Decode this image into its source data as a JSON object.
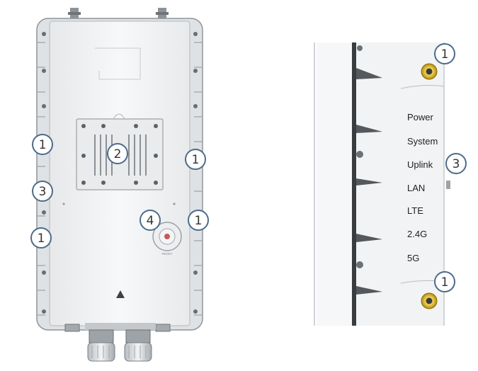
{
  "callouts": {
    "left_upper_1": "1",
    "left_mid_3": "3",
    "left_lower_1": "1",
    "heatsink_2": "2",
    "right_upper_1": "1",
    "reset_4": "4",
    "right_lower_1": "1",
    "detail_top_1": "1",
    "detail_mid_3": "3",
    "detail_bottom_1": "1"
  },
  "led_labels": [
    "Power",
    "System",
    "Uplink",
    "LAN",
    "LTE",
    "2.4G",
    "5G"
  ],
  "reset_label": "RESET",
  "colors": {
    "callout_fill": "#ffffff",
    "callout_stroke": "#4d6b8a",
    "body_fill": "#f4f5f6",
    "body_stroke": "#9aa0a5",
    "screw_fill": "#5d6166",
    "gold_port": "#d9b11e"
  },
  "icons": [
    "screw-icon",
    "ground-symbol-icon",
    "reset-button-icon",
    "antenna-connector-icon",
    "cable-gland-icon"
  ]
}
